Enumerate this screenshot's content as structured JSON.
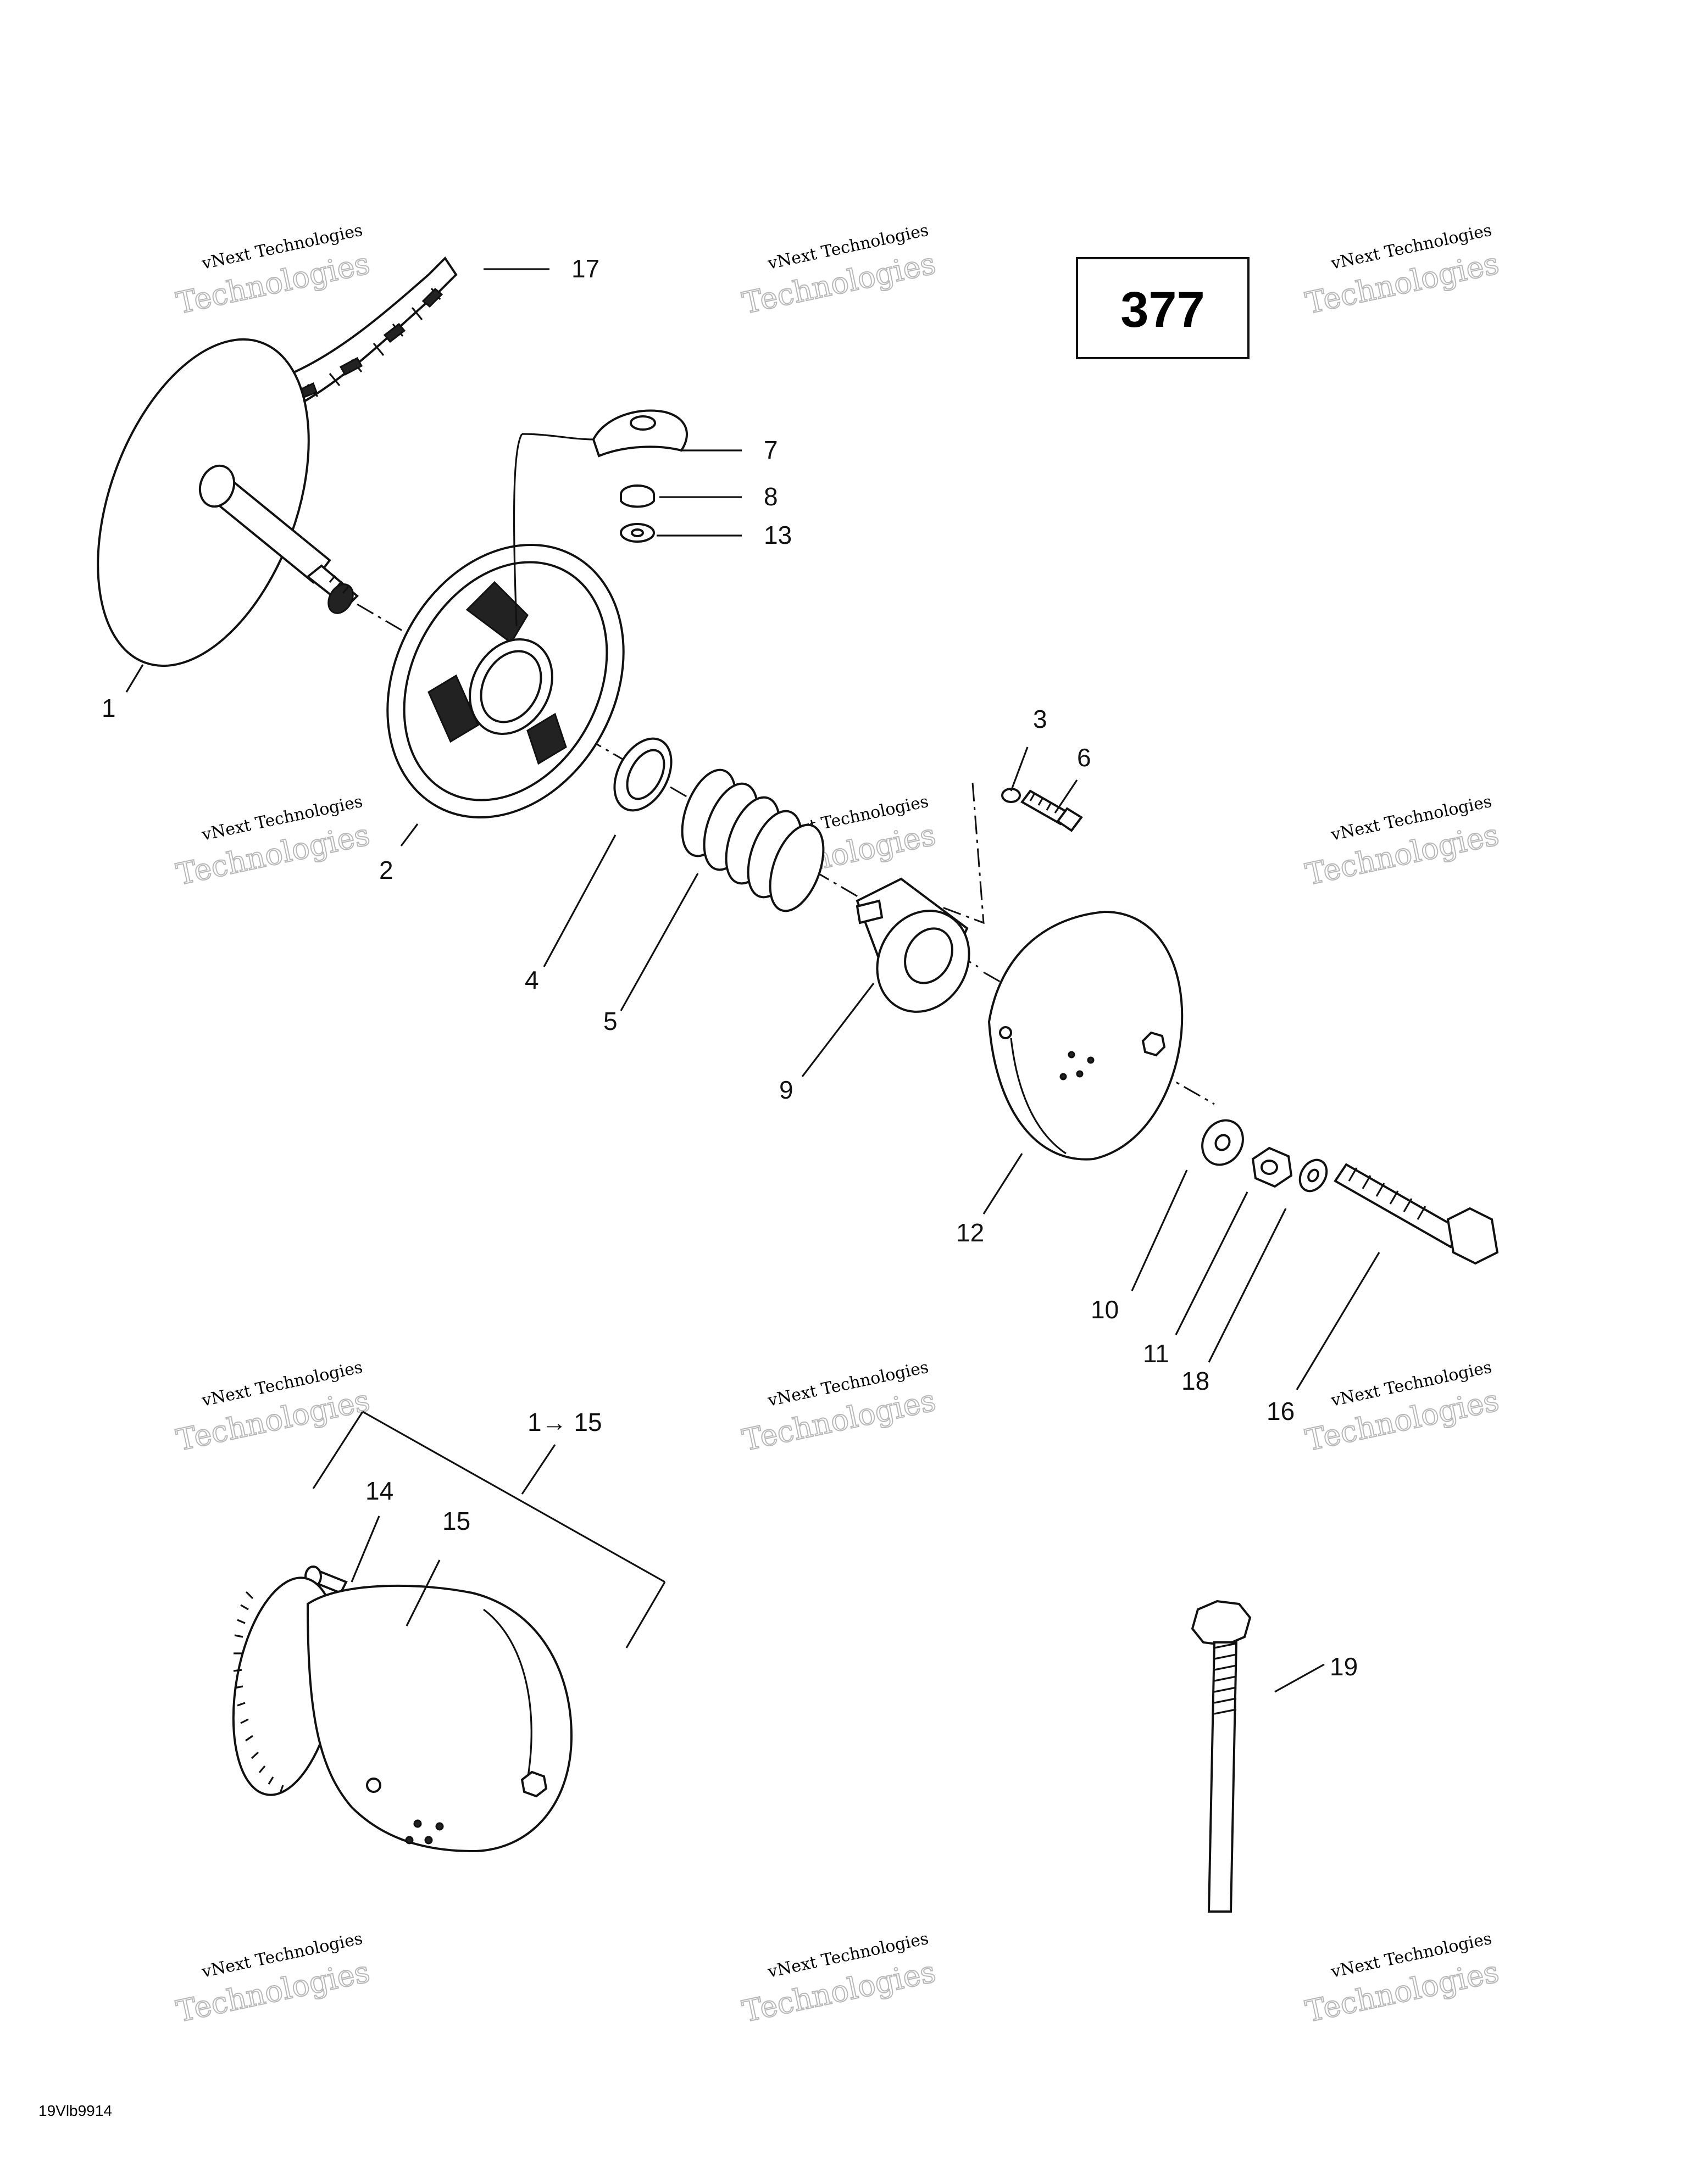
{
  "page_number": "377",
  "drawing_code": "19Vlb9914",
  "watermark": {
    "line1": "vNext Technologies",
    "line2": "Technologies"
  },
  "labels": {
    "p1": "1",
    "p2": "2",
    "p3": "3",
    "p4": "4",
    "p5": "5",
    "p6": "6",
    "p7": "7",
    "p8": "8",
    "p9": "9",
    "p10": "10",
    "p11": "11",
    "p12": "12",
    "p13": "13",
    "p14": "14",
    "p15": "15",
    "p16": "16",
    "p17": "17",
    "p18": "18",
    "p19": "19",
    "range": "1→ 15"
  }
}
